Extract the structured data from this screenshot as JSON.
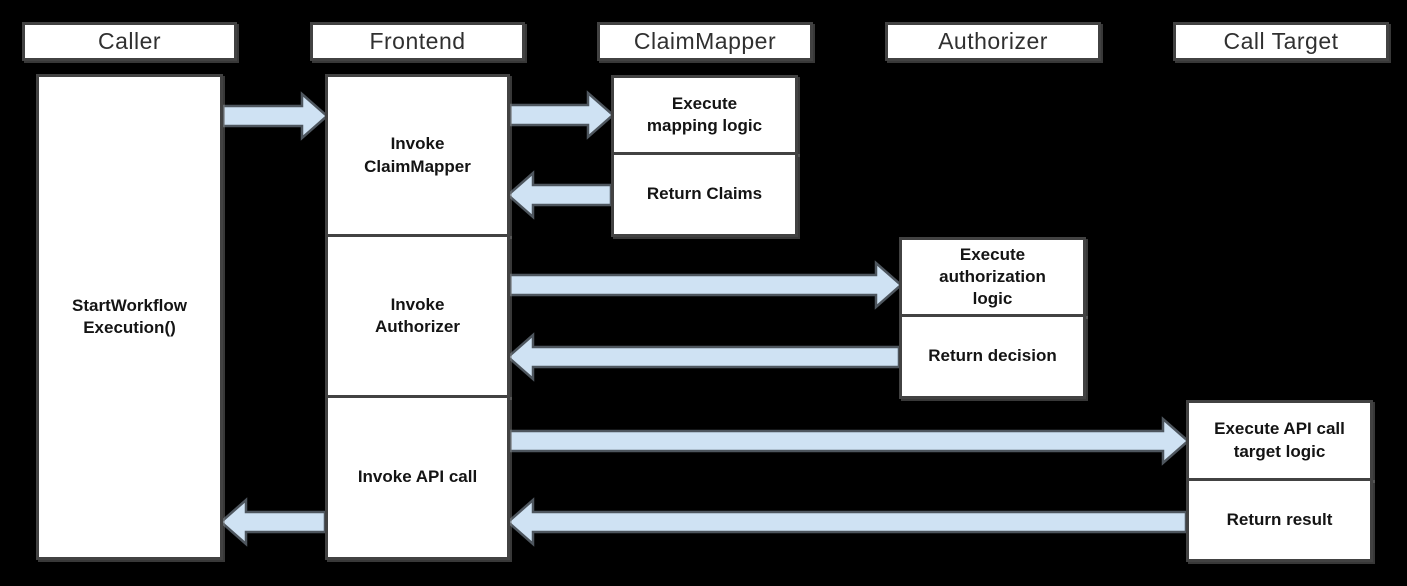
{
  "colors": {
    "background": "#000000",
    "box_fill": "#ffffff",
    "box_border": "#424242",
    "arrow_fill": "#cfe2f3",
    "arrow_outline": "#4e565e",
    "header_text": "#303030",
    "task_text": "#141414"
  },
  "actors": [
    {
      "name": "Caller"
    },
    {
      "name": "Frontend"
    },
    {
      "name": "ClaimMapper"
    },
    {
      "name": "Authorizer"
    },
    {
      "name": "Call Target"
    }
  ],
  "tasks": {
    "caller_start": "StartWorkflow\nExecution()",
    "frontend_invoke_claimmapper": "Invoke\nClaimMapper",
    "frontend_invoke_authorizer": "Invoke\nAuthorizer",
    "frontend_invoke_api_call": "Invoke API call",
    "claimmapper_execute": "Execute\nmapping logic",
    "claimmapper_return": "Return Claims",
    "authorizer_execute": "Execute\nauthorization\nlogic",
    "authorizer_return": "Return decision",
    "calltarget_execute": "Execute API call\ntarget logic",
    "calltarget_return": "Return result"
  },
  "messages": [
    {
      "from": "Caller",
      "to": "Frontend"
    },
    {
      "from": "Frontend",
      "to": "ClaimMapper"
    },
    {
      "from": "ClaimMapper",
      "to": "Frontend"
    },
    {
      "from": "Frontend",
      "to": "Authorizer"
    },
    {
      "from": "Authorizer",
      "to": "Frontend"
    },
    {
      "from": "Frontend",
      "to": "Call Target"
    },
    {
      "from": "Call Target",
      "to": "Frontend"
    },
    {
      "from": "Frontend",
      "to": "Caller"
    }
  ]
}
